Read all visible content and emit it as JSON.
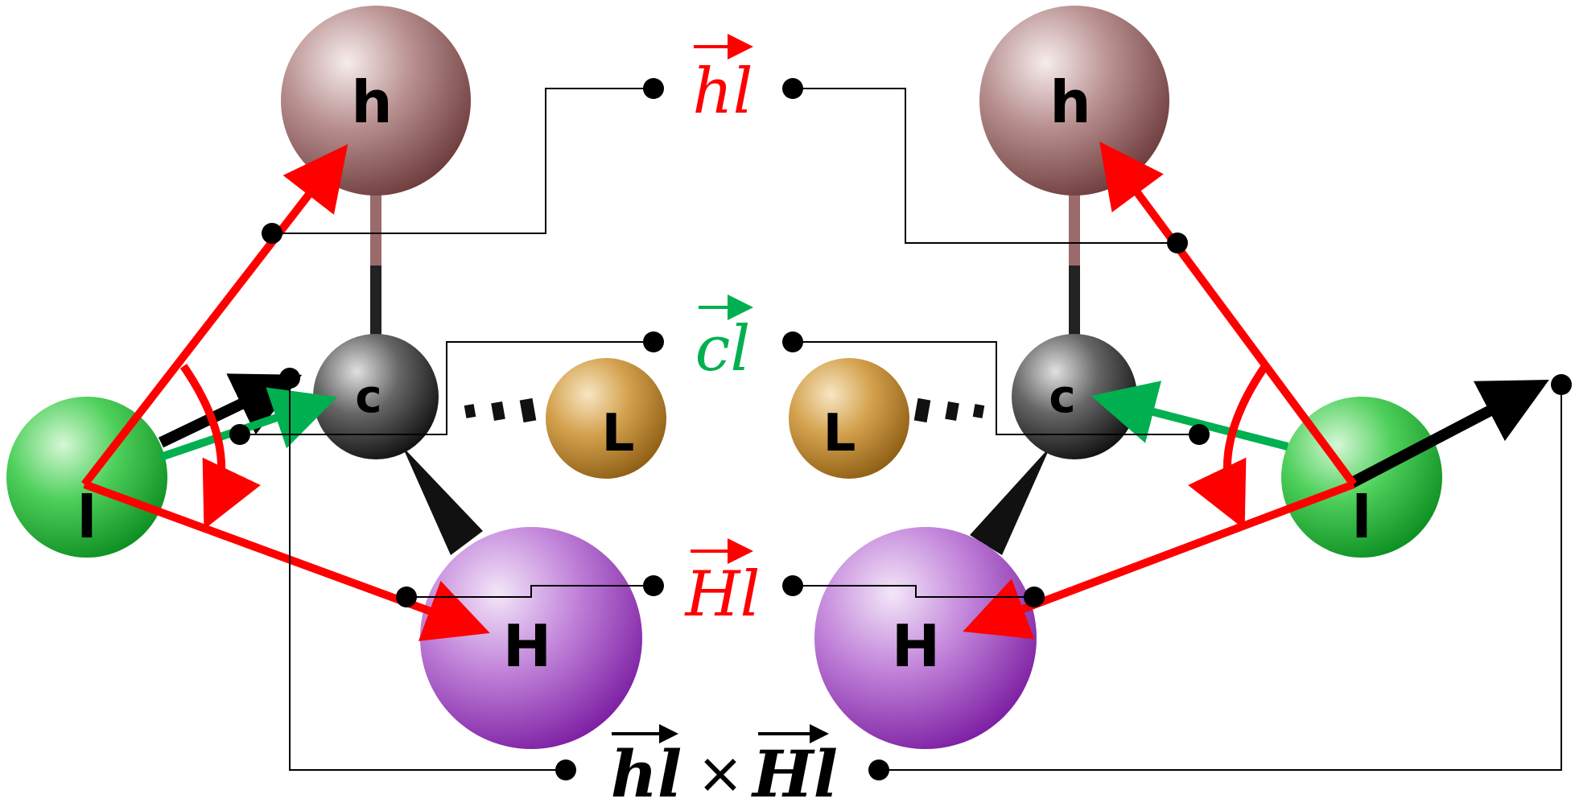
{
  "labels": {
    "atom_h": "h",
    "atom_c": "c",
    "atom_L": "L",
    "atom_H": "H",
    "atom_l": "l",
    "vec_hl": "hl",
    "vec_cl": "cl",
    "vec_Hl": "Hl",
    "cross_left": "hl",
    "cross_op": "×",
    "cross_right": "Hl"
  },
  "colors": {
    "red": "#ff0000",
    "green": "#00b050",
    "black": "#000000",
    "atom_h": "#9a6a6a",
    "atom_c": "#3a3a3a",
    "atom_L": "#c08a2a",
    "atom_H": "#9a3fbf",
    "atom_l": "#1fb53a"
  }
}
